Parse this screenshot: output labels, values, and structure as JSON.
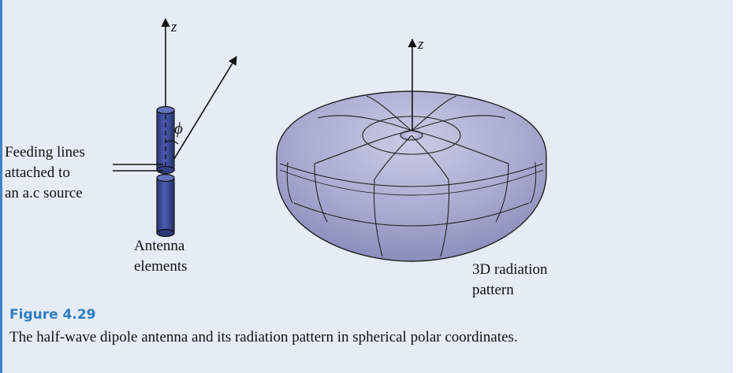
{
  "antenna": {
    "axis_label": "z",
    "angle_label": "ϕ",
    "feed_label_lines": [
      "Feeding lines",
      "attached to",
      "an a.c source"
    ],
    "elements_label_lines": [
      "Antenna",
      "elements"
    ]
  },
  "pattern": {
    "axis_label": "z",
    "label_lines": [
      "3D radiation",
      "pattern"
    ]
  },
  "figure": {
    "label": "Figure 4.29",
    "caption": "The half-wave dipole antenna and its radiation pattern in spherical polar coordinates."
  },
  "colors": {
    "panel_background": "#e6ecf5",
    "accent": "#3f83c9",
    "antenna_fill": "#3e4f99",
    "pattern_fill": "#a4a6cc"
  }
}
